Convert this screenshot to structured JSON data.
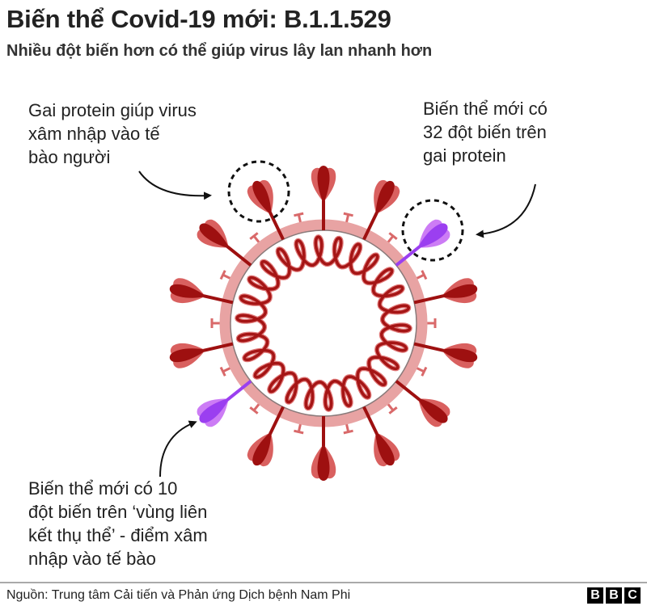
{
  "header": {
    "title": "Biến thể Covid-19 mới: B.1.1.529",
    "subtitle": "Nhiều đột biến hơn có thể giúp virus lây lan nhanh hơn"
  },
  "annotations": {
    "spike_protein": "Gai protein giúp virus\nxâm nhập vào tế\nbào người",
    "spike_mutations": "Biến thể mới có\n32 đột biến trên\ngai protein",
    "binding_mutations": "Biến thể mới có 10\nđột biến trên ‘vùng liên\nkết thụ thể’ - điểm xâm\nnhập vào tế bào"
  },
  "diagram": {
    "spike_count": 14,
    "highlighted_spikes": [
      2,
      9
    ],
    "colors": {
      "spike_dark": "#9e1010",
      "spike_light": "#d9605f",
      "membrane": "#e8a3a3",
      "highlight_dark": "#9b3ff0",
      "highlight_light": "#cc7cf5"
    }
  },
  "footer": {
    "source": "Nguồn: Trung tâm Cải tiến và Phản ứng Dịch bệnh Nam Phi",
    "logo_letters": [
      "B",
      "B",
      "C"
    ]
  }
}
